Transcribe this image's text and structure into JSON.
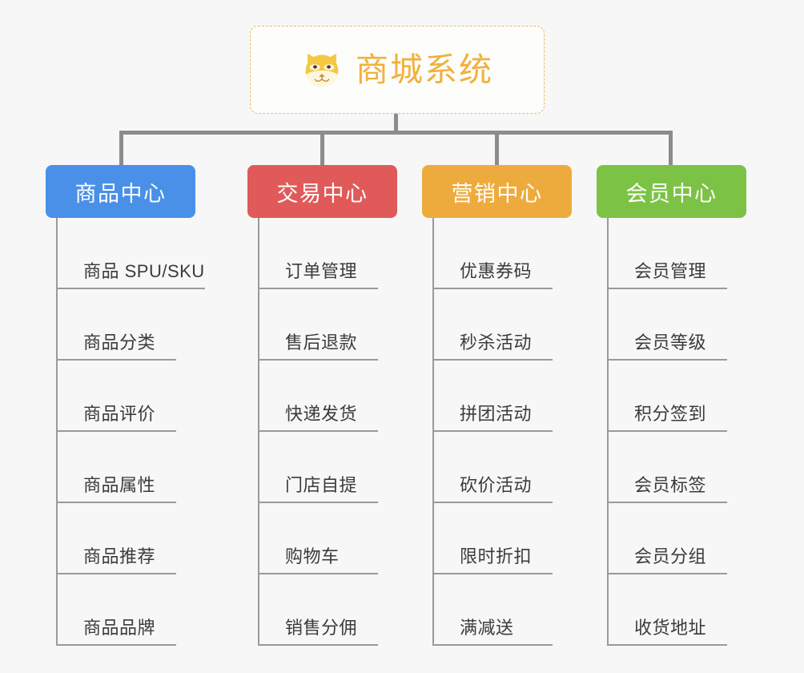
{
  "page": {
    "background_color": "#f7f7f7",
    "type": "org-chart-mindmap"
  },
  "root": {
    "icon": "shiba-dog-face-icon",
    "title": "商城系统",
    "text_color": "#f0b13c",
    "border_color": "#e8b960",
    "border_style": "dashed"
  },
  "connectors": {
    "color": "#8c8c8c"
  },
  "columns": [
    {
      "id": "product-center",
      "label": "商品中心",
      "color": "#4a90e8",
      "items": [
        "商品 SPU/SKU",
        "商品分类",
        "商品评价",
        "商品属性",
        "商品推荐",
        "商品品牌"
      ]
    },
    {
      "id": "trade-center",
      "label": "交易中心",
      "color": "#e05a5a",
      "items": [
        "订单管理",
        "售后退款",
        "快递发货",
        "门店自提",
        "购物车",
        "销售分佣"
      ]
    },
    {
      "id": "marketing-center",
      "label": "营销中心",
      "color": "#eeab3d",
      "items": [
        "优惠券码",
        "秒杀活动",
        "拼团活动",
        "砍价活动",
        "限时折扣",
        "满减送"
      ]
    },
    {
      "id": "member-center",
      "label": "会员中心",
      "color": "#7cc345",
      "items": [
        "会员管理",
        "会员等级",
        "积分签到",
        "会员标签",
        "会员分组",
        "收货地址"
      ]
    }
  ]
}
